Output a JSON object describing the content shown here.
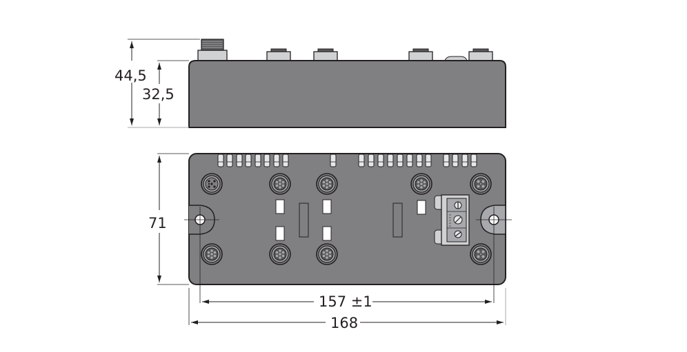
{
  "drawing": {
    "type": "dimension drawing",
    "units": "mm",
    "colors": {
      "housing": "#808083",
      "outline": "#231f20",
      "connector_light": "#d0d1d3",
      "connector_dark": "#58585a",
      "led": "#e6e7e8",
      "background": "#ffffff"
    }
  },
  "side_view": {
    "height_total": "44,5",
    "height_housing": "32,5",
    "top_connectors": 5
  },
  "top_view": {
    "width_label": "71",
    "mounting_distance": "157 ±1",
    "length_total": "168",
    "led_groups": [
      8,
      1,
      8,
      4
    ],
    "connectors": [
      {
        "name": "m12-power-in",
        "row": "top",
        "pins": 5
      },
      {
        "name": "m12-port-1",
        "row": "top",
        "pins": 8
      },
      {
        "name": "m12-port-2",
        "row": "top",
        "pins": 8
      },
      {
        "name": "m12-port-3",
        "row": "top",
        "pins": 8
      },
      {
        "name": "m12-port-4",
        "row": "top",
        "pins": 4
      },
      {
        "name": "m12-port-5",
        "row": "bottom",
        "pins": 8
      },
      {
        "name": "m12-port-6",
        "row": "bottom",
        "pins": 8
      },
      {
        "name": "m12-port-7",
        "row": "bottom",
        "pins": 8
      },
      {
        "name": "m12-port-8",
        "row": "bottom",
        "pins": 4
      }
    ],
    "rotary_switches": 3
  }
}
